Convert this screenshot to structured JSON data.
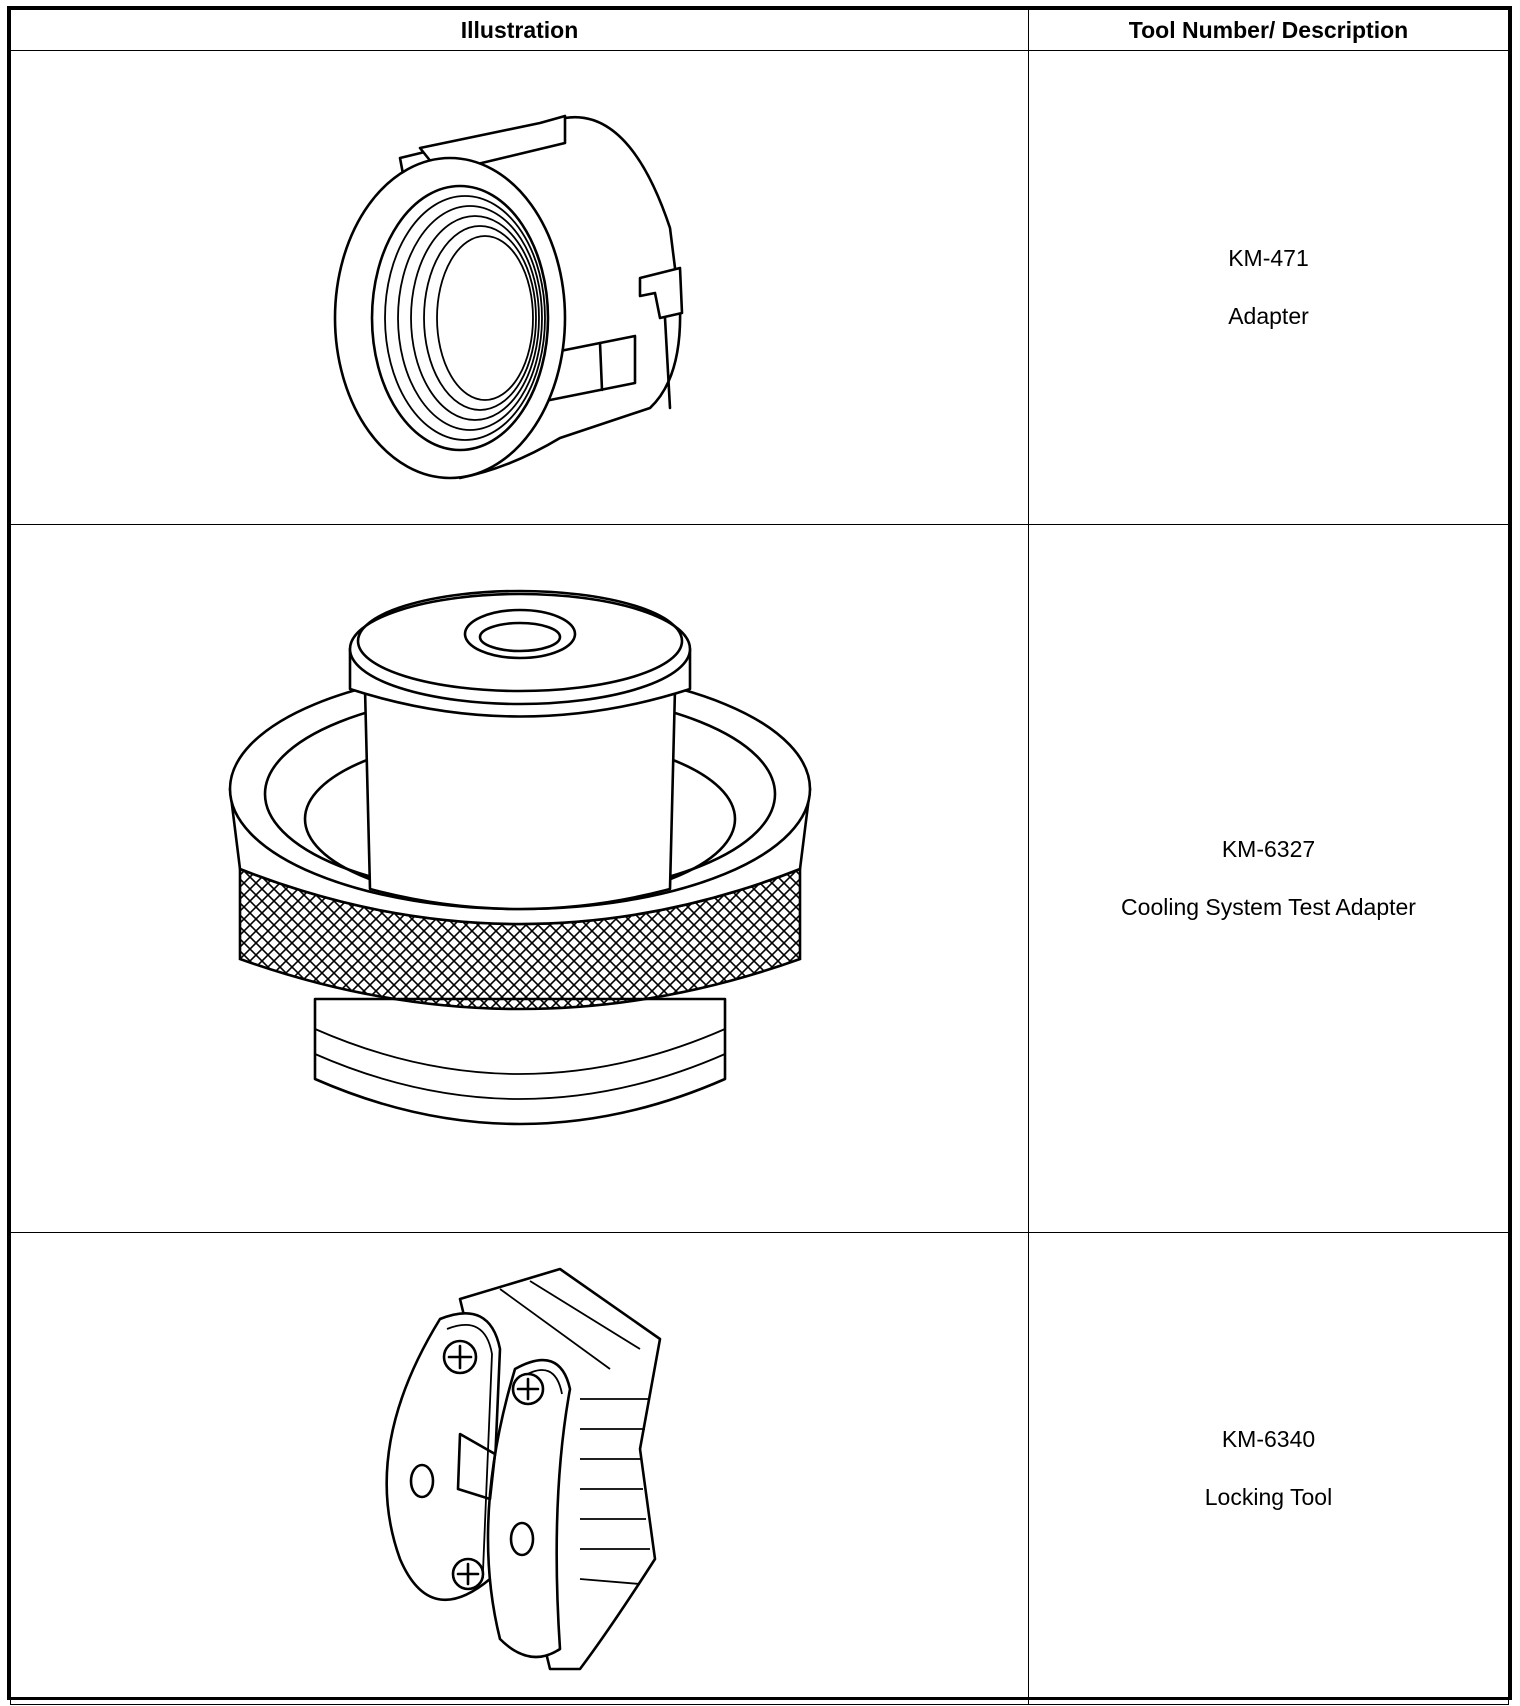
{
  "table": {
    "headers": {
      "illustration": "Illustration",
      "tool": "Tool Number/ Description"
    },
    "rows": [
      {
        "number": "KM-471",
        "description": "Adapter",
        "icon": "threaded-adapter-ring-icon"
      },
      {
        "number": "KM-6327",
        "description": "Cooling System Test Adapter",
        "icon": "cooling-system-test-adapter-icon"
      },
      {
        "number": "KM-6340",
        "description": "Locking Tool",
        "icon": "locking-tool-icon"
      }
    ]
  },
  "colors": {
    "line": "#000000",
    "background": "#ffffff"
  }
}
